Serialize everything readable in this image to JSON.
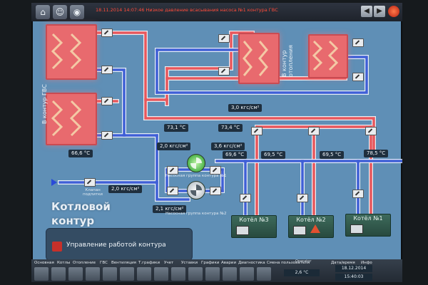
{
  "topbar": {
    "alarm_message": "18.11.2014 14:07:46 Низкое давление всасывания насоса №1 контура ГВС",
    "icons": [
      "home-icon",
      "users-icon",
      "camera-icon"
    ]
  },
  "labels": {
    "to_hot_water_circuit": "В контур ГВС",
    "to_heating_circuit": "В контур отопления",
    "boiler_circuit": "Котловой контур",
    "feed_valve": "Клапан подпитки",
    "pump_group_1": "Насосная группа контура №1",
    "pump_group_2": "Насосная группа контура №2"
  },
  "readouts": {
    "t_66_6": "66,6 °C",
    "t_73_1": "73,1 °C",
    "t_73_4": "73,4 °C",
    "p_3_0": "3,0 кгс/см²",
    "p_2_0_top": "2,0 кгс/см²",
    "p_3_6": "3,6 кгс/см²",
    "t_69_6": "69,6 °C",
    "t_69_5_a": "69,5 °C",
    "t_69_5_b": "69,5 °C",
    "t_78_5": "78,5 °C",
    "p_2_0_left": "2,0 кгс/см²",
    "p_2_1": "2,1 кгс/см²"
  },
  "boilers": [
    {
      "name": "Котёл №3",
      "warning": false
    },
    {
      "name": "Котёл №2",
      "warning": true
    },
    {
      "name": "Котёл №1",
      "warning": false
    }
  ],
  "control_button": {
    "label": "Управление работой контура"
  },
  "menu": {
    "items": [
      "Основная",
      "Котлы",
      "Отопление",
      "ГВС",
      "Вентиляция",
      "Т.графики",
      "Учет",
      "Уставки",
      "Графики",
      "Аварии",
      "Диагностика",
      "Смена пользователя",
      "Дата/время",
      "Инфо"
    ],
    "operator_label": "Operator",
    "outdoor_temp": "2,6 °C",
    "date": "18.12.2014",
    "time": "15:40:03"
  },
  "colors": {
    "screen_bg": "#5f8fb6",
    "hot_pipe": "#e8575c",
    "cold_pipe": "#3f5fd6",
    "alarm_text": "#ff4b3a"
  }
}
